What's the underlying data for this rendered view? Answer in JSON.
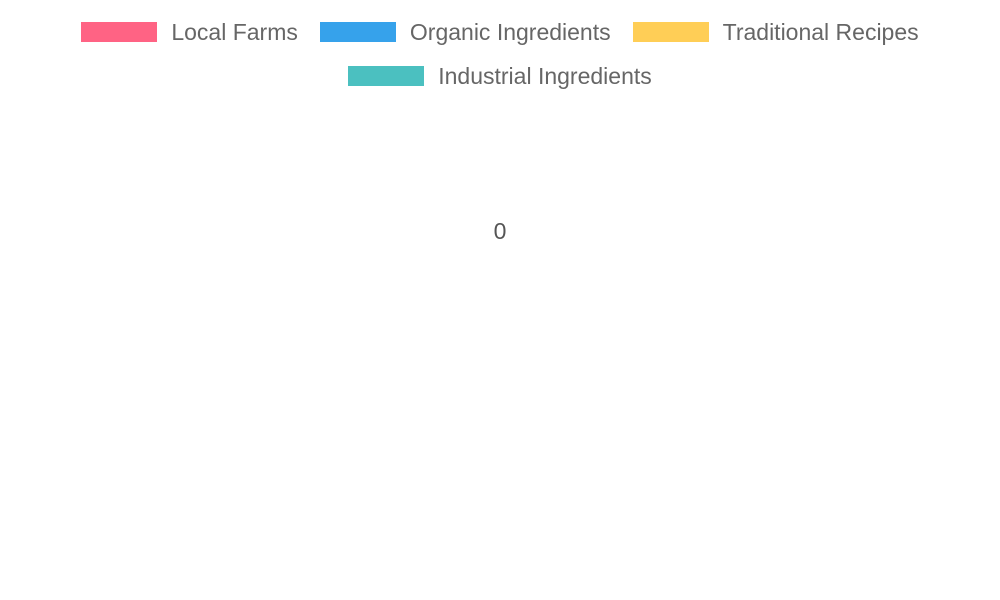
{
  "chart_data": {
    "type": "pie",
    "legend_position": "top",
    "series": [
      {
        "name": "Local Farms",
        "value": 0,
        "color": "#ff6384"
      },
      {
        "name": "Organic Ingredients",
        "value": 0,
        "color": "#36a2eb"
      },
      {
        "name": "Traditional Recipes",
        "value": 0,
        "color": "#ffce56"
      },
      {
        "name": "Industrial Ingredients",
        "value": 0,
        "color": "#4bc0c0"
      }
    ],
    "center_label": "0"
  }
}
